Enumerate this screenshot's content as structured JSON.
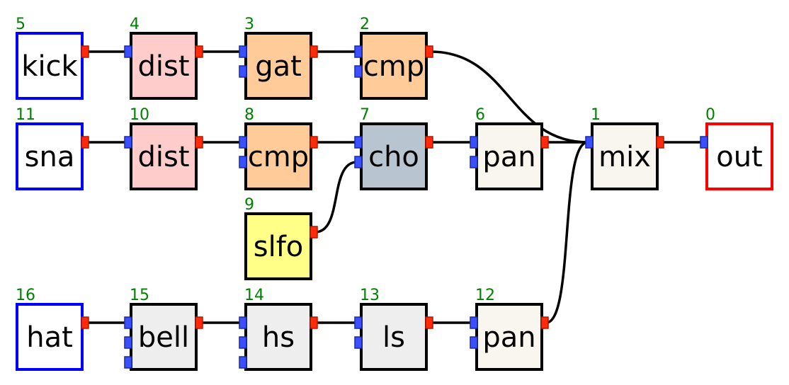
{
  "colors": {
    "input_border": "#0000ff",
    "output_border": "#ff0000",
    "default_border": "#000000",
    "id_text": "#008000",
    "port_in": "#3a4fff",
    "port_out": "#ff2a0a",
    "wire": "#000000"
  },
  "nodes": [
    {
      "id": "5",
      "label": "kick",
      "fill": "#ffffff",
      "border": "input"
    },
    {
      "id": "4",
      "label": "dist",
      "fill": "#ffcccc",
      "border": "default"
    },
    {
      "id": "3",
      "label": "gat",
      "fill": "#ffcc99",
      "border": "default"
    },
    {
      "id": "2",
      "label": "cmp",
      "fill": "#ffcc99",
      "border": "default"
    },
    {
      "id": "11",
      "label": "sna",
      "fill": "#ffffff",
      "border": "input"
    },
    {
      "id": "10",
      "label": "dist",
      "fill": "#ffcccc",
      "border": "default"
    },
    {
      "id": "8",
      "label": "cmp",
      "fill": "#ffcc99",
      "border": "default"
    },
    {
      "id": "7",
      "label": "cho",
      "fill": "#b8c4d0",
      "border": "default"
    },
    {
      "id": "6",
      "label": "pan",
      "fill": "#f8f6ee",
      "border": "default"
    },
    {
      "id": "1",
      "label": "mix",
      "fill": "#f8f6ee",
      "border": "default"
    },
    {
      "id": "0",
      "label": "out",
      "fill": "#ffffff",
      "border": "output"
    },
    {
      "id": "9",
      "label": "slfo",
      "fill": "#ffff88",
      "border": "default"
    },
    {
      "id": "16",
      "label": "hat",
      "fill": "#ffffff",
      "border": "input"
    },
    {
      "id": "15",
      "label": "bell",
      "fill": "#eeeeee",
      "border": "default"
    },
    {
      "id": "14",
      "label": "hs",
      "fill": "#eeeeee",
      "border": "default"
    },
    {
      "id": "13",
      "label": "ls",
      "fill": "#eeeeee",
      "border": "default"
    },
    {
      "id": "12",
      "label": "pan",
      "fill": "#f8f6ee",
      "border": "default"
    }
  ],
  "edges": [
    {
      "from": "5",
      "to": "4",
      "to_port": 0
    },
    {
      "from": "4",
      "to": "3",
      "to_port": 0
    },
    {
      "from": "3",
      "to": "2",
      "to_port": 0
    },
    {
      "from": "2",
      "to": "1",
      "to_port": 0
    },
    {
      "from": "11",
      "to": "10",
      "to_port": 0
    },
    {
      "from": "10",
      "to": "8",
      "to_port": 0
    },
    {
      "from": "8",
      "to": "7",
      "to_port": 0
    },
    {
      "from": "9",
      "to": "7",
      "to_port": 1
    },
    {
      "from": "7",
      "to": "6",
      "to_port": 0
    },
    {
      "from": "6",
      "to": "1",
      "to_port": 0
    },
    {
      "from": "1",
      "to": "0",
      "to_port": 0
    },
    {
      "from": "16",
      "to": "15",
      "to_port": 0
    },
    {
      "from": "15",
      "to": "14",
      "to_port": 0
    },
    {
      "from": "14",
      "to": "13",
      "to_port": 0
    },
    {
      "from": "13",
      "to": "12",
      "to_port": 0
    },
    {
      "from": "12",
      "to": "1",
      "to_port": 0
    }
  ]
}
